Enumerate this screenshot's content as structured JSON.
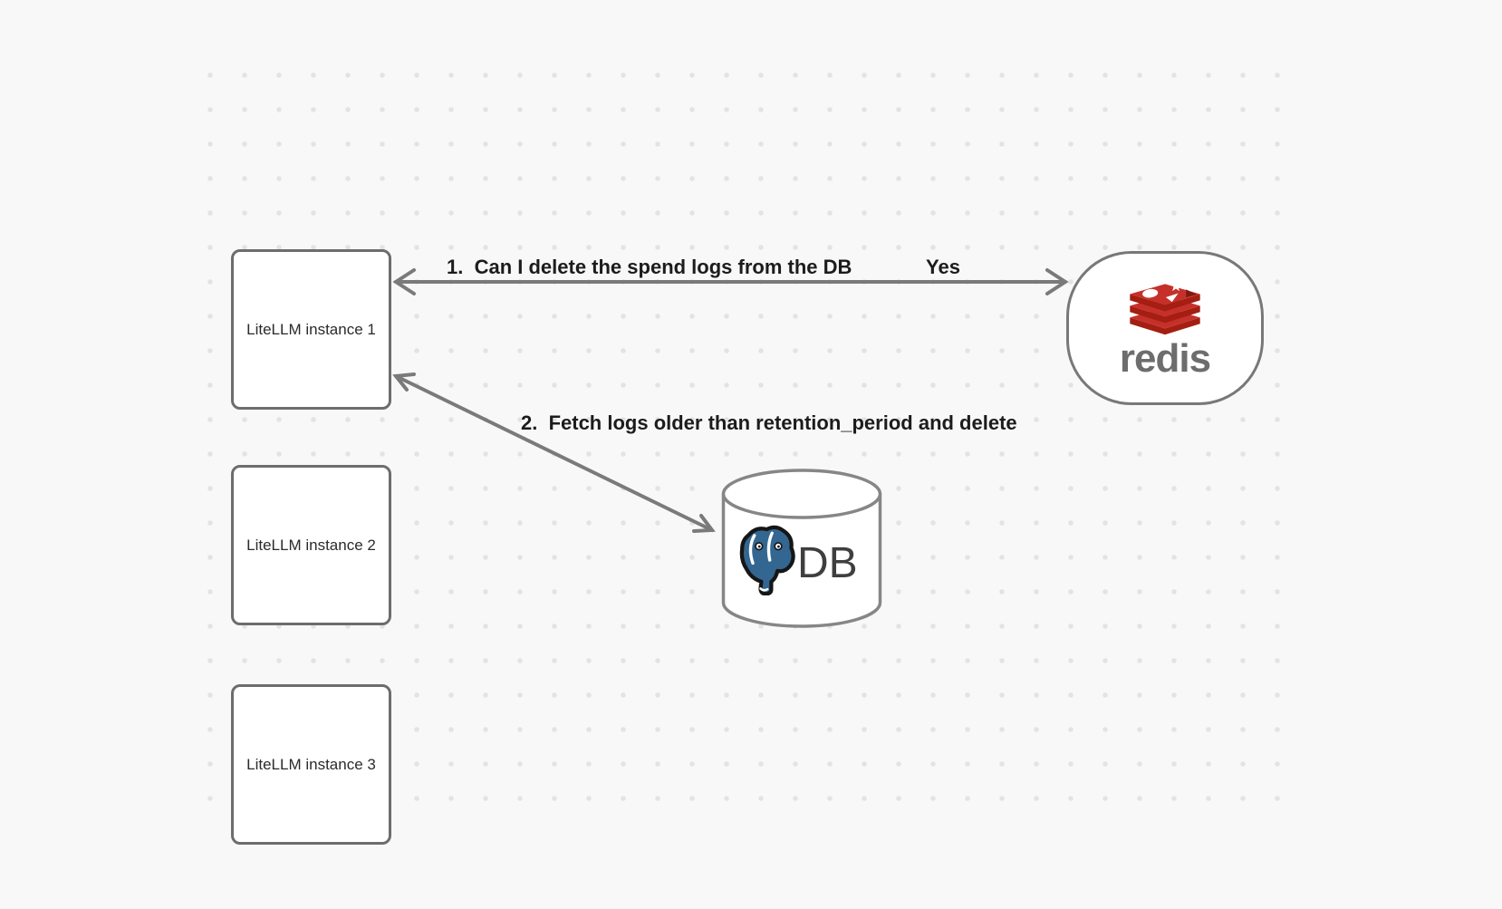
{
  "canvas": {
    "background_color": "#f8f8f8",
    "dot_color": "#e3e3e3"
  },
  "nodes": {
    "litellm_instances": [
      {
        "label": "LiteLLM instance 1"
      },
      {
        "label": "LiteLLM instance 2"
      },
      {
        "label": "LiteLLM instance 3"
      }
    ],
    "redis": {
      "label": "redis",
      "icon": "redis-stack-icon",
      "icon_red": "#C6302B",
      "icon_dark_red": "#A41E11",
      "wordmark_color": "#6d6d6d"
    },
    "db": {
      "label": "DB",
      "icon": "postgresql-elephant-icon",
      "elephant_blue": "#336791",
      "label_color": "#3f3f3f"
    }
  },
  "edges": [
    {
      "label": "1.  Can I delete the spend logs from the DB",
      "response": "Yes",
      "between": "litellm-instance-1 and redis",
      "style": "double-headed arrow"
    },
    {
      "label": "2.  Fetch logs older than retention_period and delete",
      "between": "litellm-instance-1 and db",
      "style": "double-headed arrow"
    }
  ],
  "colors": {
    "arrow": "#7a7a7a",
    "node_border": "#6d6d6d",
    "node_fill": "#ffffff",
    "edge_label_text": "#1c1c1c",
    "node_text": "#2b2b2b"
  }
}
